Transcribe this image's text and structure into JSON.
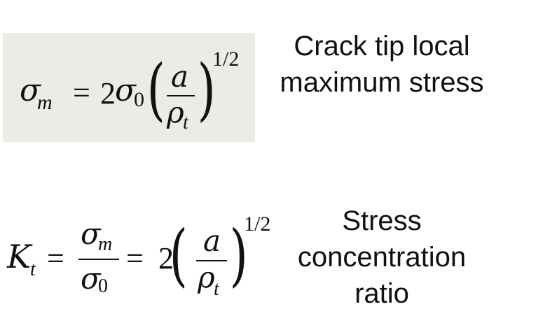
{
  "equation_1": {
    "lhs_symbol": "σ",
    "lhs_subscript": "m",
    "equals": "=",
    "coefficient": "2",
    "rhs_symbol": "σ",
    "rhs_subscript": "0",
    "left_paren": "(",
    "numerator": "a",
    "denominator_symbol": "ρ",
    "denominator_subscript": "t",
    "right_paren": ")",
    "exponent": "1/2",
    "caption_line1": "Crack tip local",
    "caption_line2": "maximum stress",
    "background_color": "#ecece6"
  },
  "equation_2": {
    "lhs_symbol": "K",
    "lhs_subscript": "t",
    "equals_1": "=",
    "num_symbol": "σ",
    "num_subscript": "m",
    "den_symbol": "σ",
    "den_subscript": "0",
    "equals_2": "=",
    "coefficient": "2",
    "left_paren": "(",
    "numerator": "a",
    "denominator_symbol": "ρ",
    "denominator_subscript": "t",
    "right_paren": ")",
    "exponent": "1/2",
    "caption_line1": "Stress",
    "caption_line2": "concentration",
    "caption_line3": "ratio"
  }
}
